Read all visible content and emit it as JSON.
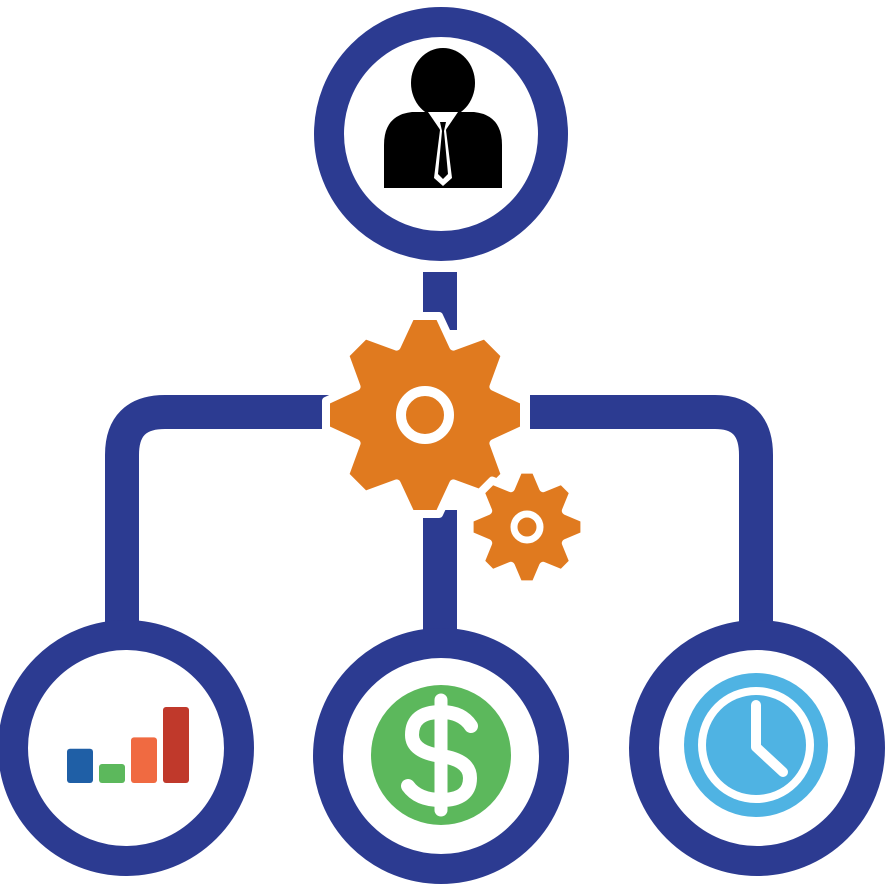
{
  "diagram": {
    "type": "org-workflow-icon",
    "colors": {
      "line": "#2C3B91",
      "ring_fill": "#FFFFFF",
      "gear": "#E07A1F",
      "person": "#000000",
      "dollar_bg": "#5CB85C",
      "clock_bg": "#4FB3E3"
    },
    "top_node": {
      "icon": "person-with-tie-icon"
    },
    "center": {
      "icons": [
        "large-gear-icon",
        "small-gear-icon"
      ]
    },
    "bottom_nodes": [
      {
        "icon": "bar-chart-icon",
        "bars": [
          {
            "color": "#1F5FA6",
            "level": 0.45
          },
          {
            "color": "#5CB85C",
            "level": 0.25
          },
          {
            "color": "#F06A41",
            "level": 0.6
          },
          {
            "color": "#C0392B",
            "level": 1.0
          }
        ]
      },
      {
        "icon": "dollar-icon"
      },
      {
        "icon": "clock-icon"
      }
    ]
  }
}
